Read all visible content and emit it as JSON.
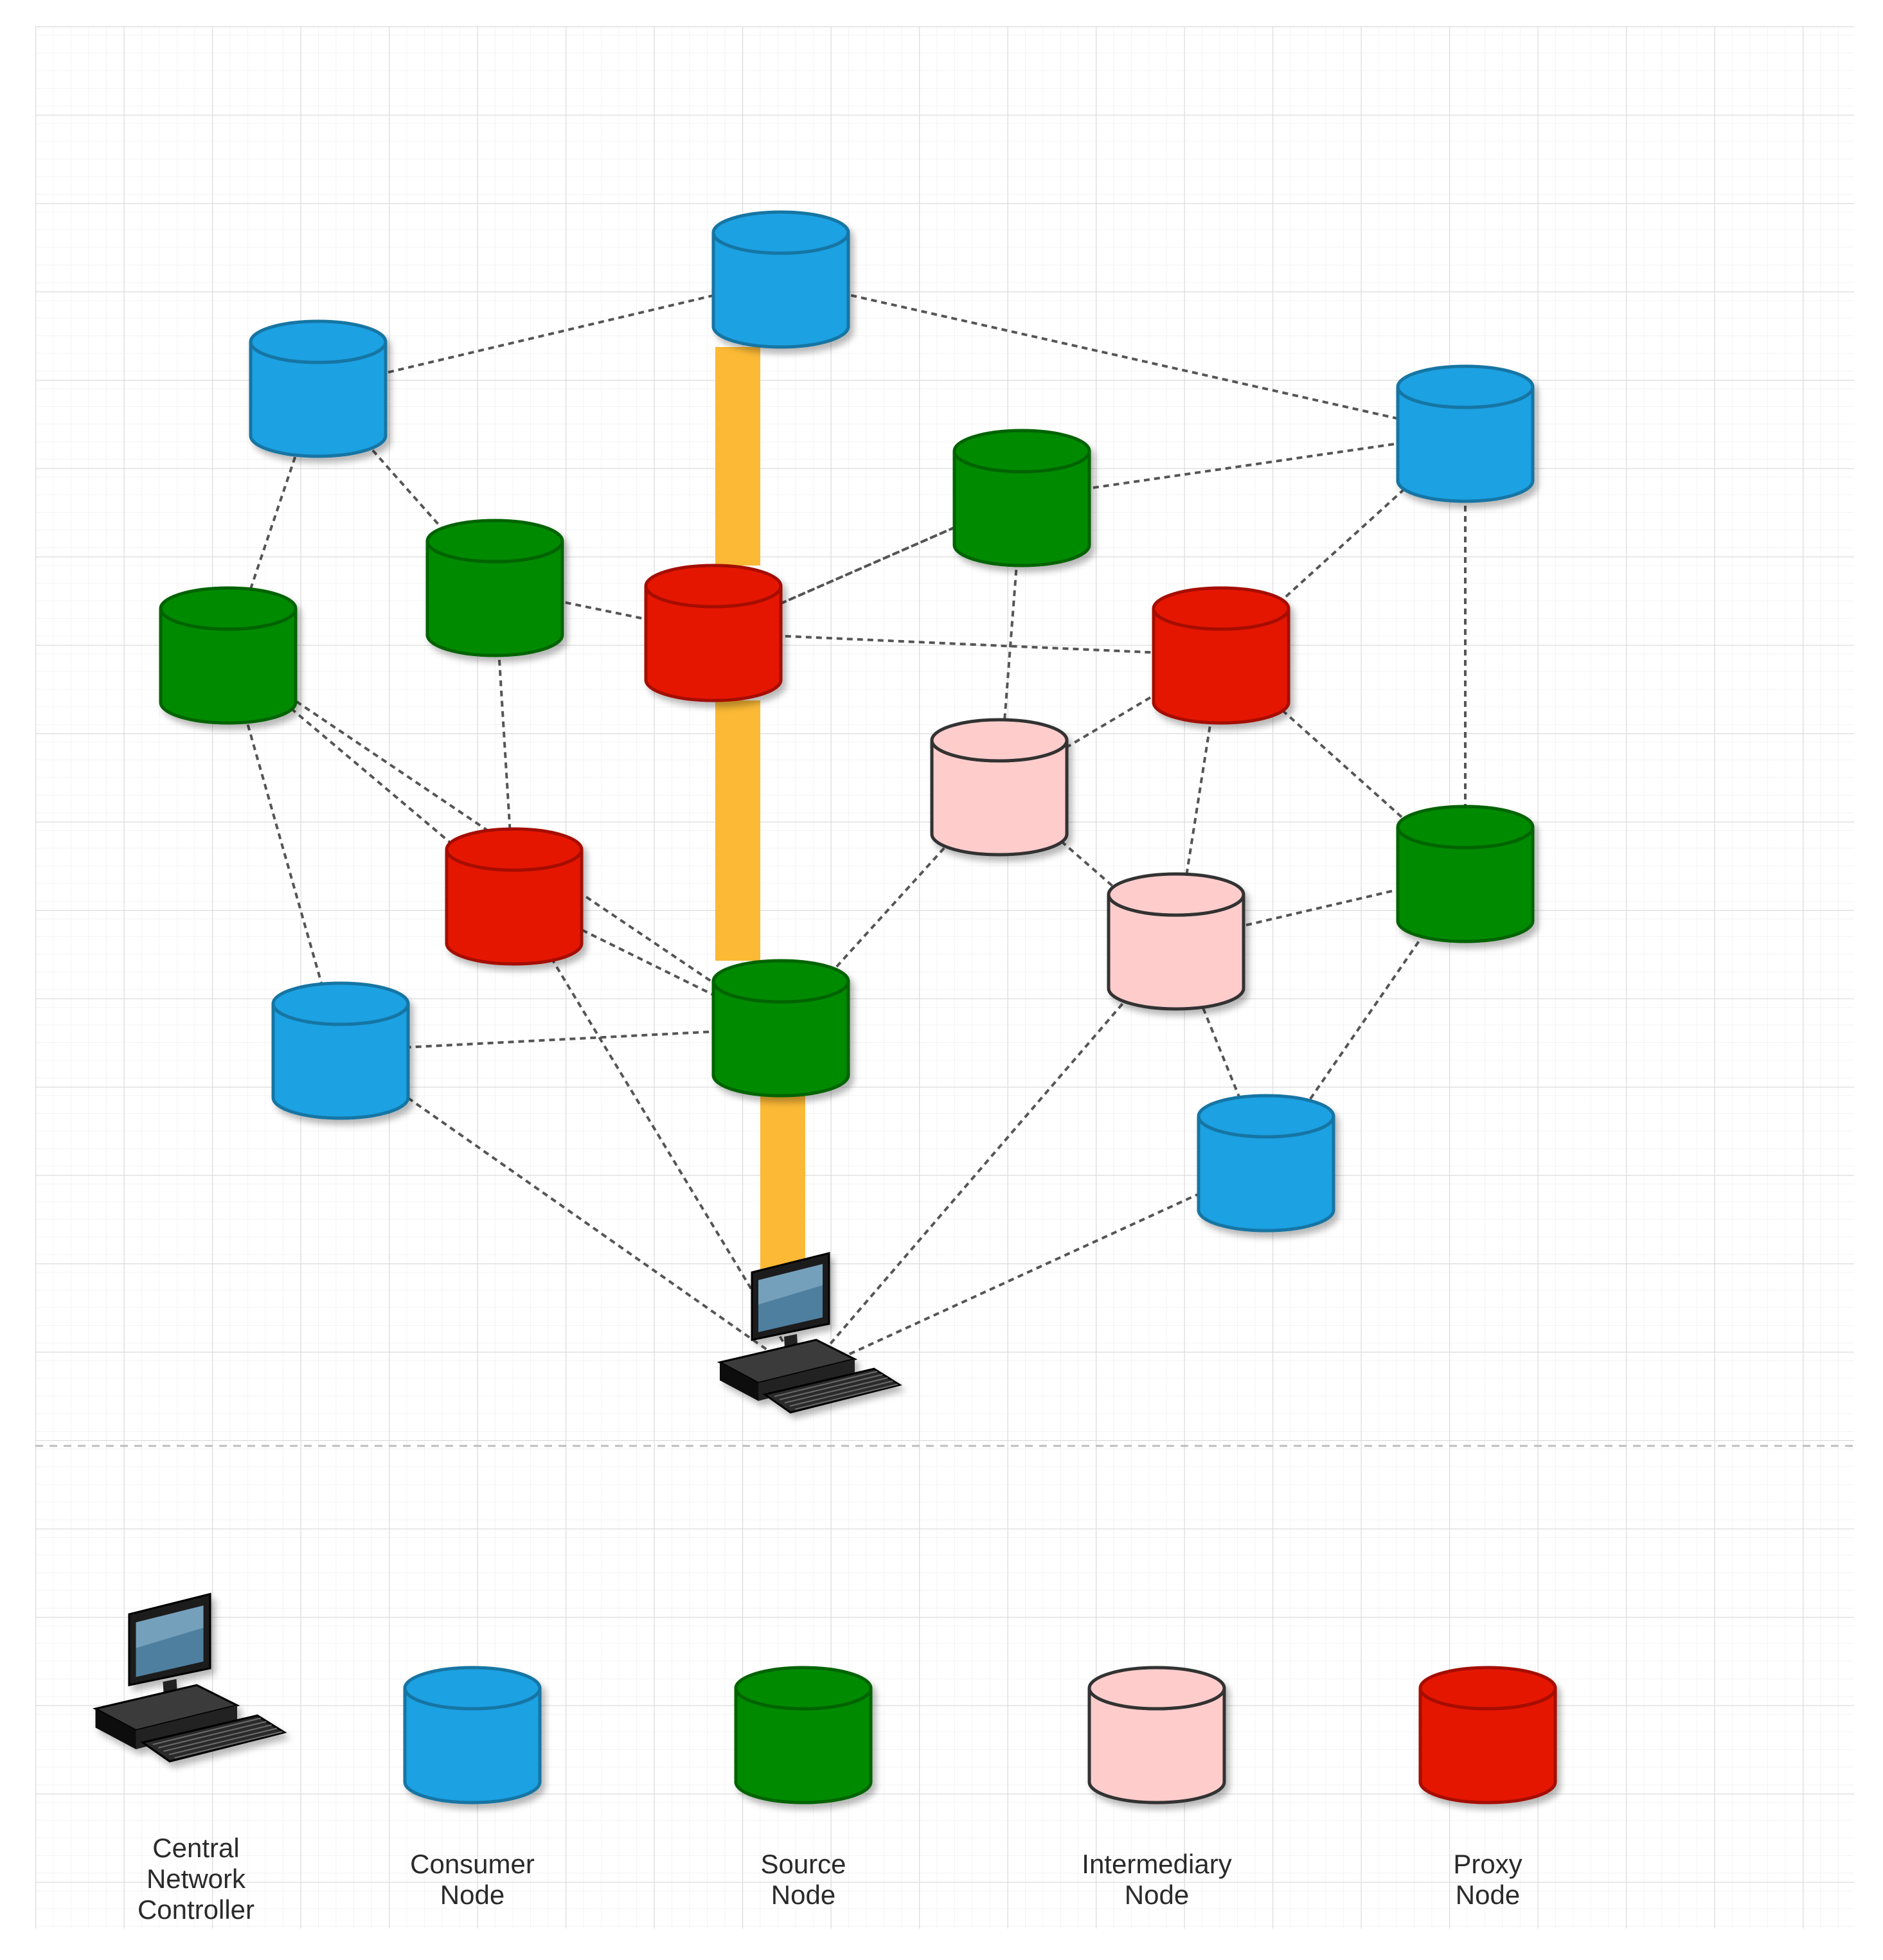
{
  "colors": {
    "consumer": "#1ba1e2",
    "source": "#008a00",
    "intermediary": "#ffcccc",
    "proxy": "#e51400",
    "highlight_path": "#fbb935",
    "grid": "#e2e2e2",
    "link": "#555555"
  },
  "legend": [
    {
      "kind": "controller",
      "label_lines": [
        "Central",
        "Network",
        "Controller"
      ]
    },
    {
      "kind": "consumer",
      "label_lines": [
        "Consumer",
        "Node"
      ]
    },
    {
      "kind": "source",
      "label_lines": [
        "Source",
        "Node"
      ]
    },
    {
      "kind": "intermediary",
      "label_lines": [
        "Intermediary",
        "Node"
      ]
    },
    {
      "kind": "proxy",
      "label_lines": [
        "Proxy",
        "Node"
      ]
    }
  ],
  "nodes": [
    {
      "id": "controller",
      "kind": "controller"
    },
    {
      "id": "c1",
      "kind": "consumer"
    },
    {
      "id": "c2",
      "kind": "consumer"
    },
    {
      "id": "c3",
      "kind": "consumer"
    },
    {
      "id": "c4",
      "kind": "consumer"
    },
    {
      "id": "c5",
      "kind": "consumer"
    },
    {
      "id": "s1",
      "kind": "source"
    },
    {
      "id": "s2",
      "kind": "source"
    },
    {
      "id": "s3",
      "kind": "source"
    },
    {
      "id": "s4",
      "kind": "source"
    },
    {
      "id": "s5",
      "kind": "source"
    },
    {
      "id": "p1",
      "kind": "proxy"
    },
    {
      "id": "p2",
      "kind": "proxy"
    },
    {
      "id": "p3",
      "kind": "proxy"
    },
    {
      "id": "i1",
      "kind": "intermediary"
    },
    {
      "id": "i2",
      "kind": "intermediary"
    }
  ],
  "links": [
    [
      "c1",
      "c2"
    ],
    [
      "c1",
      "s3"
    ],
    [
      "c1",
      "s2"
    ],
    [
      "c2",
      "c3"
    ],
    [
      "s1",
      "c3"
    ],
    [
      "s1",
      "p1"
    ],
    [
      "c3",
      "p3"
    ],
    [
      "s2",
      "s4"
    ],
    [
      "s3",
      "p1"
    ],
    [
      "s3",
      "p2"
    ],
    [
      "s4",
      "p2"
    ],
    [
      "s2",
      "c4"
    ],
    [
      "s2",
      "p2"
    ],
    [
      "p1",
      "s1"
    ],
    [
      "p1",
      "p3"
    ],
    [
      "s1",
      "i1"
    ],
    [
      "p3",
      "i1"
    ],
    [
      "p3",
      "i2"
    ],
    [
      "p3",
      "s5"
    ],
    [
      "c3",
      "s5"
    ],
    [
      "i1",
      "s4"
    ],
    [
      "i1",
      "i2"
    ],
    [
      "i2",
      "s5"
    ],
    [
      "i2",
      "c5"
    ],
    [
      "s5",
      "c5"
    ],
    [
      "s4",
      "c4"
    ],
    [
      "c4",
      "controller"
    ],
    [
      "p2",
      "controller"
    ],
    [
      "i2",
      "controller"
    ],
    [
      "c5",
      "controller"
    ]
  ],
  "highlight_path": [
    "c2",
    "p1",
    "s4",
    "controller"
  ]
}
